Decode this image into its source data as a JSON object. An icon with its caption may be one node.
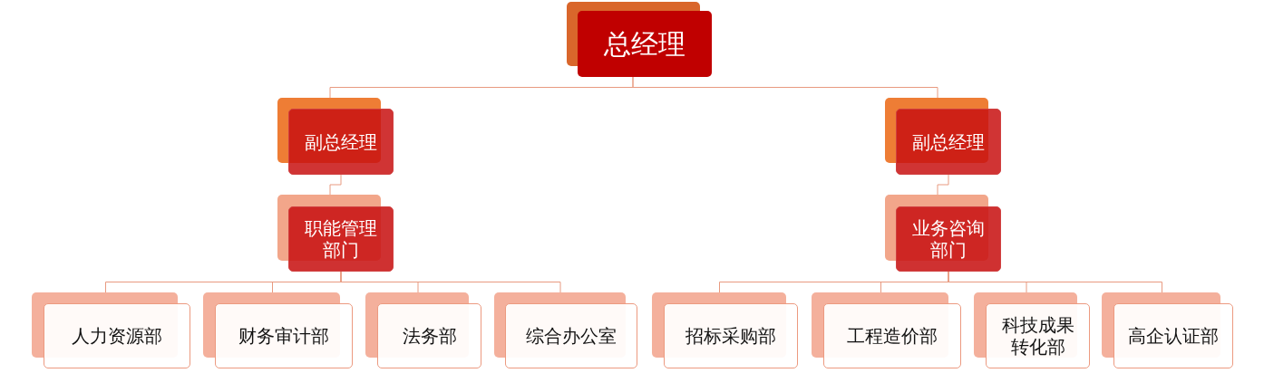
{
  "diagram": {
    "nodes": [
      {
        "text": [
          "总经理"
        ]
      },
      {
        "text": [
          "副总经理"
        ]
      },
      {
        "text": [
          "副总经理"
        ]
      },
      {
        "text": [
          "职能管理部门"
        ]
      },
      {
        "text": [
          "业务咨询部门"
        ]
      },
      {
        "text": [
          "人力资源部"
        ]
      },
      {
        "text": [
          "财务审计部"
        ]
      },
      {
        "text": [
          "法务部"
        ]
      },
      {
        "text": [
          "综合办公室"
        ]
      },
      {
        "text": [
          "招标采购部"
        ]
      },
      {
        "text": [
          "工程造价部"
        ]
      },
      {
        "text": [
          "科技成果转化部"
        ]
      },
      {
        "text": [
          "高企认证部"
        ]
      }
    ],
    "edges": [
      {
        "from": 0,
        "to": 1,
        "arrow": "none"
      },
      {
        "from": 0,
        "to": 2,
        "arrow": "none"
      },
      {
        "from": 1,
        "to": 3,
        "arrow": "none"
      },
      {
        "from": 2,
        "to": 4,
        "arrow": "none"
      },
      {
        "from": 3,
        "to": 5,
        "arrow": "none"
      },
      {
        "from": 3,
        "to": 6,
        "arrow": "none"
      },
      {
        "from": 3,
        "to": 7,
        "arrow": "none"
      },
      {
        "from": 3,
        "to": 8,
        "arrow": "none"
      },
      {
        "from": 4,
        "to": 9,
        "arrow": "none"
      },
      {
        "from": 4,
        "to": 10,
        "arrow": "none"
      },
      {
        "from": 4,
        "to": 11,
        "arrow": "none"
      },
      {
        "from": 4,
        "to": 12,
        "arrow": "none"
      }
    ]
  }
}
